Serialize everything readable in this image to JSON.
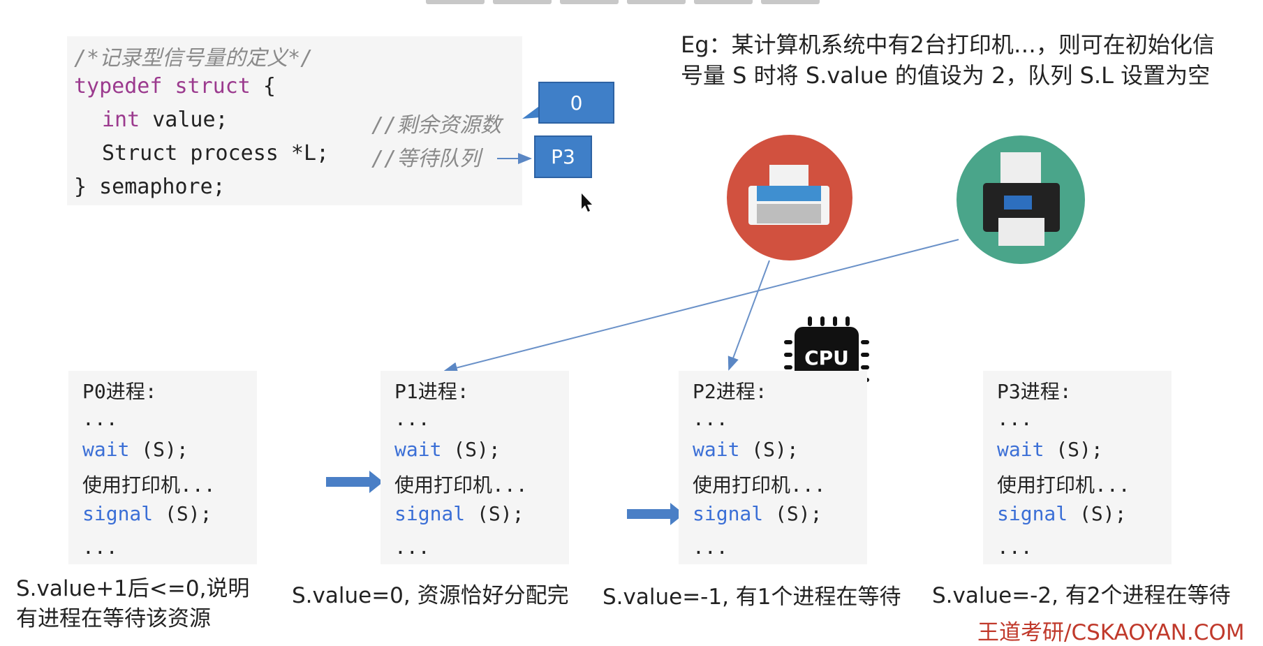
{
  "code": {
    "comment": "/*记录型信号量的定义*/",
    "line1_kw": "typedef struct",
    "line1_rest": " {",
    "line2_kw": "int",
    "line2_rest": " value;",
    "line2_comment": "//剩余资源数",
    "line3": "Struct process *L;",
    "line3_comment": "//等待队列",
    "line4": "} semaphore;"
  },
  "callouts": {
    "value_box": "0",
    "queue_box": "P3"
  },
  "example_text": "Eg：某计算机系统中有2台打印机…，则可在初始化信号量 S 时将 S.value 的值设为 2，队列 S.L 设置为空",
  "cpu_label": "CPU",
  "processes": [
    {
      "title": "P0进程:",
      "dots1": "...",
      "wait": "wait",
      "wait_arg": " (S);",
      "use": "使用打印机...",
      "signal": "signal",
      "signal_arg": " (S);",
      "dots2": "...",
      "caption": "S.value+1后<=0,说明\n有进程在等待该资源"
    },
    {
      "title": "P1进程:",
      "dots1": "...",
      "wait": "wait",
      "wait_arg": " (S);",
      "use": "使用打印机...",
      "signal": "signal",
      "signal_arg": " (S);",
      "dots2": "...",
      "caption": "S.value=0, 资源恰好分配完"
    },
    {
      "title": "P2进程:",
      "dots1": "...",
      "wait": "wait",
      "wait_arg": " (S);",
      "use": "使用打印机...",
      "signal": "signal",
      "signal_arg": " (S);",
      "dots2": "...",
      "caption": "S.value=-1, 有1个进程在等待"
    },
    {
      "title": "P3进程:",
      "dots1": "...",
      "wait": "wait",
      "wait_arg": " (S);",
      "use": "使用打印机...",
      "signal": "signal",
      "signal_arg": " (S);",
      "dots2": "...",
      "caption": "S.value=-2, 有2个进程在等待"
    }
  ],
  "watermark": "王道考研/CSKAOYAN.COM",
  "colors": {
    "accent": "#3f7fc8",
    "red_printer": "#d1513f",
    "green_printer": "#4aa58a"
  }
}
